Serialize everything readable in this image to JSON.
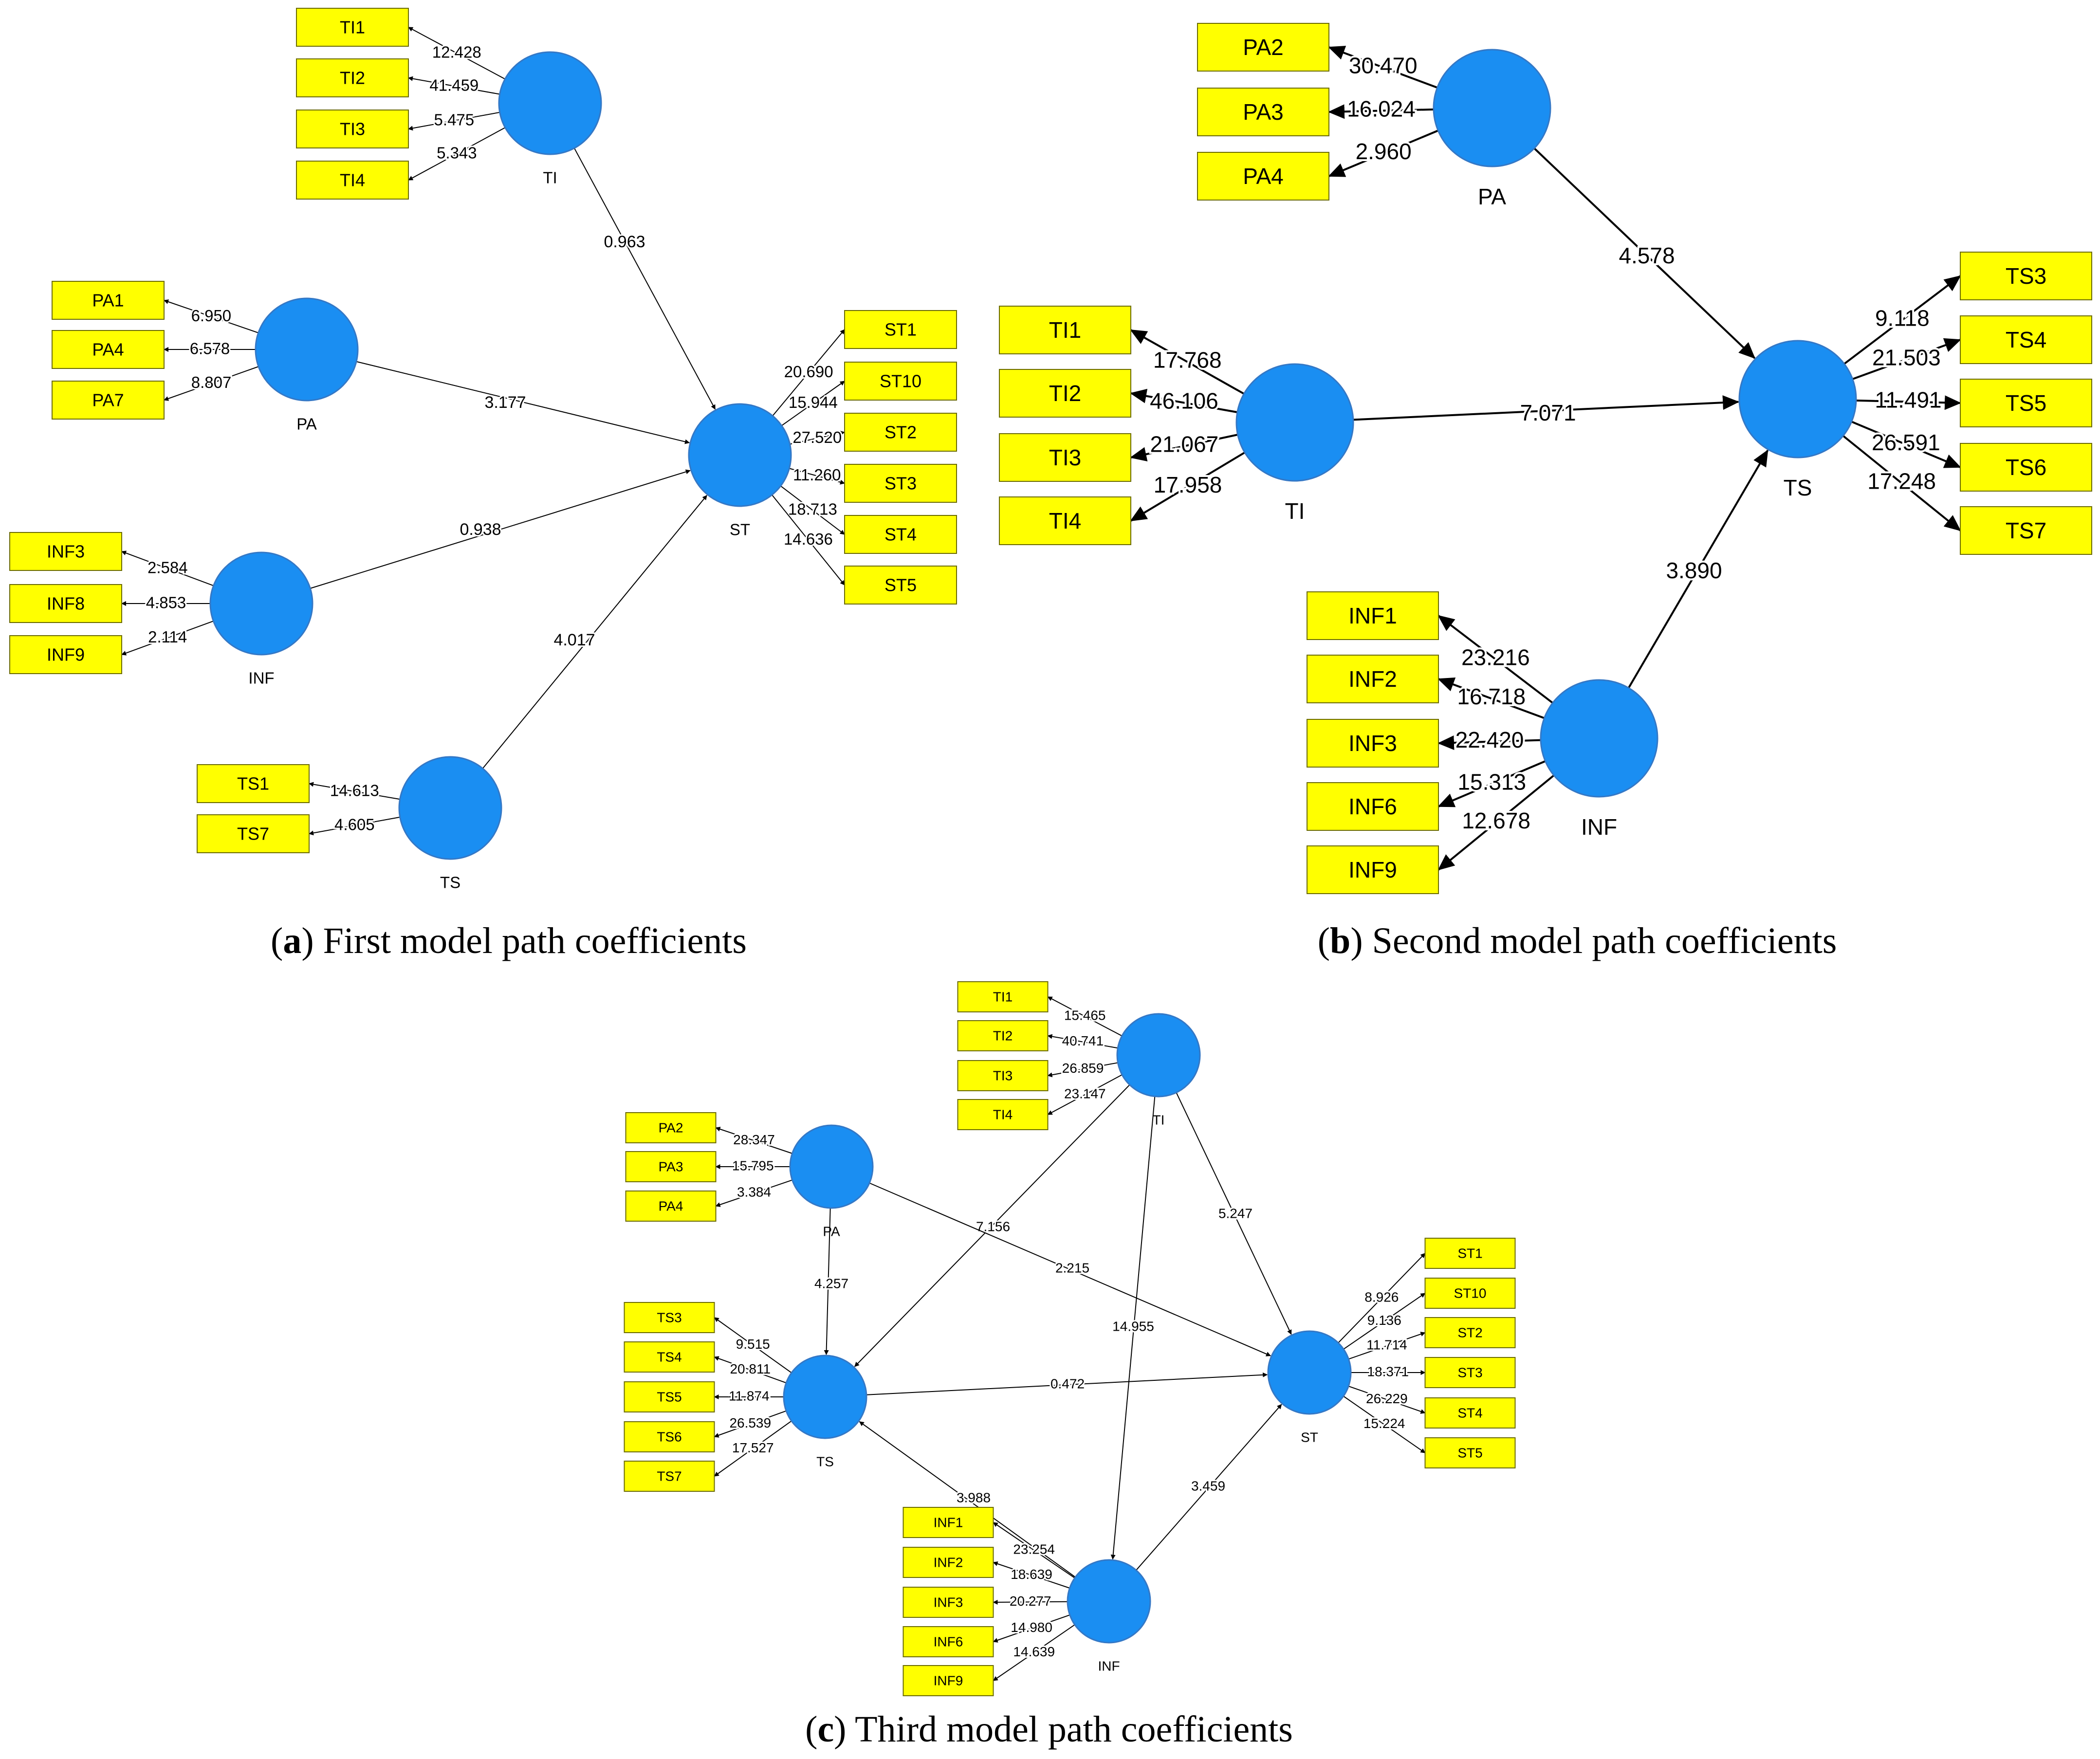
{
  "colors": {
    "node": "#1a8ef2",
    "node_stroke": "#3478c6",
    "indicator": "#ffff00",
    "indicator_stroke": "#6b6b00",
    "edge": "#000000"
  },
  "panels": {
    "a": {
      "caption_letter": "a",
      "caption_text": "First model path coefficients",
      "constructs": [
        "TI",
        "PA",
        "INF",
        "TS",
        "ST"
      ],
      "indicators": {
        "TI": [
          {
            "label": "TI1",
            "loading": "12.428"
          },
          {
            "label": "TI2",
            "loading": "41.459"
          },
          {
            "label": "TI3",
            "loading": "5.475"
          },
          {
            "label": "TI4",
            "loading": "5.343"
          }
        ],
        "PA": [
          {
            "label": "PA1",
            "loading": "6.950"
          },
          {
            "label": "PA4",
            "loading": "6.578"
          },
          {
            "label": "PA7",
            "loading": "8.807"
          }
        ],
        "INF": [
          {
            "label": "INF3",
            "loading": "2.584"
          },
          {
            "label": "INF8",
            "loading": "4.853"
          },
          {
            "label": "INF9",
            "loading": "2.114"
          }
        ],
        "TS": [
          {
            "label": "TS1",
            "loading": "14.613"
          },
          {
            "label": "TS7",
            "loading": "4.605"
          }
        ],
        "ST": [
          {
            "label": "ST1",
            "loading": "20.690"
          },
          {
            "label": "ST10",
            "loading": "15.944"
          },
          {
            "label": "ST2",
            "loading": "27.520"
          },
          {
            "label": "ST3",
            "loading": "11.260"
          },
          {
            "label": "ST4",
            "loading": "18.713"
          },
          {
            "label": "ST5",
            "loading": "14.636"
          }
        ]
      },
      "paths": [
        {
          "from": "TI",
          "to": "ST",
          "value": "0.963"
        },
        {
          "from": "PA",
          "to": "ST",
          "value": "3.177"
        },
        {
          "from": "INF",
          "to": "ST",
          "value": "0.938"
        },
        {
          "from": "TS",
          "to": "ST",
          "value": "4.017"
        }
      ]
    },
    "b": {
      "caption_letter": "b",
      "caption_text": "Second model path coefficients",
      "constructs": [
        "PA",
        "TI",
        "TS",
        "INF"
      ],
      "indicators": {
        "PA": [
          {
            "label": "PA2",
            "loading": "30.470"
          },
          {
            "label": "PA3",
            "loading": "16.024"
          },
          {
            "label": "PA4",
            "loading": "2.960"
          }
        ],
        "TI": [
          {
            "label": "TI1",
            "loading": "17.768"
          },
          {
            "label": "TI2",
            "loading": "46.106"
          },
          {
            "label": "TI3",
            "loading": "21.067"
          },
          {
            "label": "TI4",
            "loading": "17.958"
          }
        ],
        "TS": [
          {
            "label": "TS3",
            "loading": "9.118"
          },
          {
            "label": "TS4",
            "loading": "21.503"
          },
          {
            "label": "TS5",
            "loading": "11.491"
          },
          {
            "label": "TS6",
            "loading": "26.591"
          },
          {
            "label": "TS7",
            "loading": "17.248"
          }
        ],
        "INF": [
          {
            "label": "INF1",
            "loading": "23.216"
          },
          {
            "label": "INF2",
            "loading": "16.718"
          },
          {
            "label": "INF3",
            "loading": "22.420"
          },
          {
            "label": "INF6",
            "loading": "15.313"
          },
          {
            "label": "INF9",
            "loading": "12.678"
          }
        ]
      },
      "paths": [
        {
          "from": "PA",
          "to": "TS",
          "value": "4.578"
        },
        {
          "from": "TI",
          "to": "TS",
          "value": "7.071"
        },
        {
          "from": "INF",
          "to": "TS",
          "value": "3.890"
        }
      ]
    },
    "c": {
      "caption_letter": "c",
      "caption_text": "Third model path coefficients",
      "constructs": [
        "TI",
        "PA",
        "TS",
        "ST",
        "INF"
      ],
      "indicators": {
        "TI": [
          {
            "label": "TI1",
            "loading": "15.465"
          },
          {
            "label": "TI2",
            "loading": "40.741"
          },
          {
            "label": "TI3",
            "loading": "26.859"
          },
          {
            "label": "TI4",
            "loading": "23.147"
          }
        ],
        "PA": [
          {
            "label": "PA2",
            "loading": "28.347"
          },
          {
            "label": "PA3",
            "loading": "15.795"
          },
          {
            "label": "PA4",
            "loading": "3.384"
          }
        ],
        "TS": [
          {
            "label": "TS3",
            "loading": "9.515"
          },
          {
            "label": "TS4",
            "loading": "20.811"
          },
          {
            "label": "TS5",
            "loading": "11.874"
          },
          {
            "label": "TS6",
            "loading": "26.539"
          },
          {
            "label": "TS7",
            "loading": "17.527"
          }
        ],
        "ST": [
          {
            "label": "ST1",
            "loading": "8.926"
          },
          {
            "label": "ST10",
            "loading": "9.136"
          },
          {
            "label": "ST2",
            "loading": "11.714"
          },
          {
            "label": "ST3",
            "loading": "18.371"
          },
          {
            "label": "ST4",
            "loading": "26.229"
          },
          {
            "label": "ST5",
            "loading": "15.224"
          }
        ],
        "INF": [
          {
            "label": "INF1",
            "loading": "23.254"
          },
          {
            "label": "INF2",
            "loading": "18.639"
          },
          {
            "label": "INF3",
            "loading": "20.277"
          },
          {
            "label": "INF6",
            "loading": "14.980"
          },
          {
            "label": "INF9",
            "loading": "14.639"
          }
        ]
      },
      "paths": [
        {
          "from": "TI",
          "to": "TS",
          "value": "7.156"
        },
        {
          "from": "TI",
          "to": "ST",
          "value": "5.247"
        },
        {
          "from": "TI",
          "to": "INF",
          "value": "14.955"
        },
        {
          "from": "PA",
          "to": "TS",
          "value": "4.257"
        },
        {
          "from": "PA",
          "to": "ST",
          "value": "2.215"
        },
        {
          "from": "TS",
          "to": "ST",
          "value": "0.472"
        },
        {
          "from": "INF",
          "to": "TS",
          "value": "3.988"
        },
        {
          "from": "INF",
          "to": "ST",
          "value": "3.459"
        }
      ]
    }
  }
}
